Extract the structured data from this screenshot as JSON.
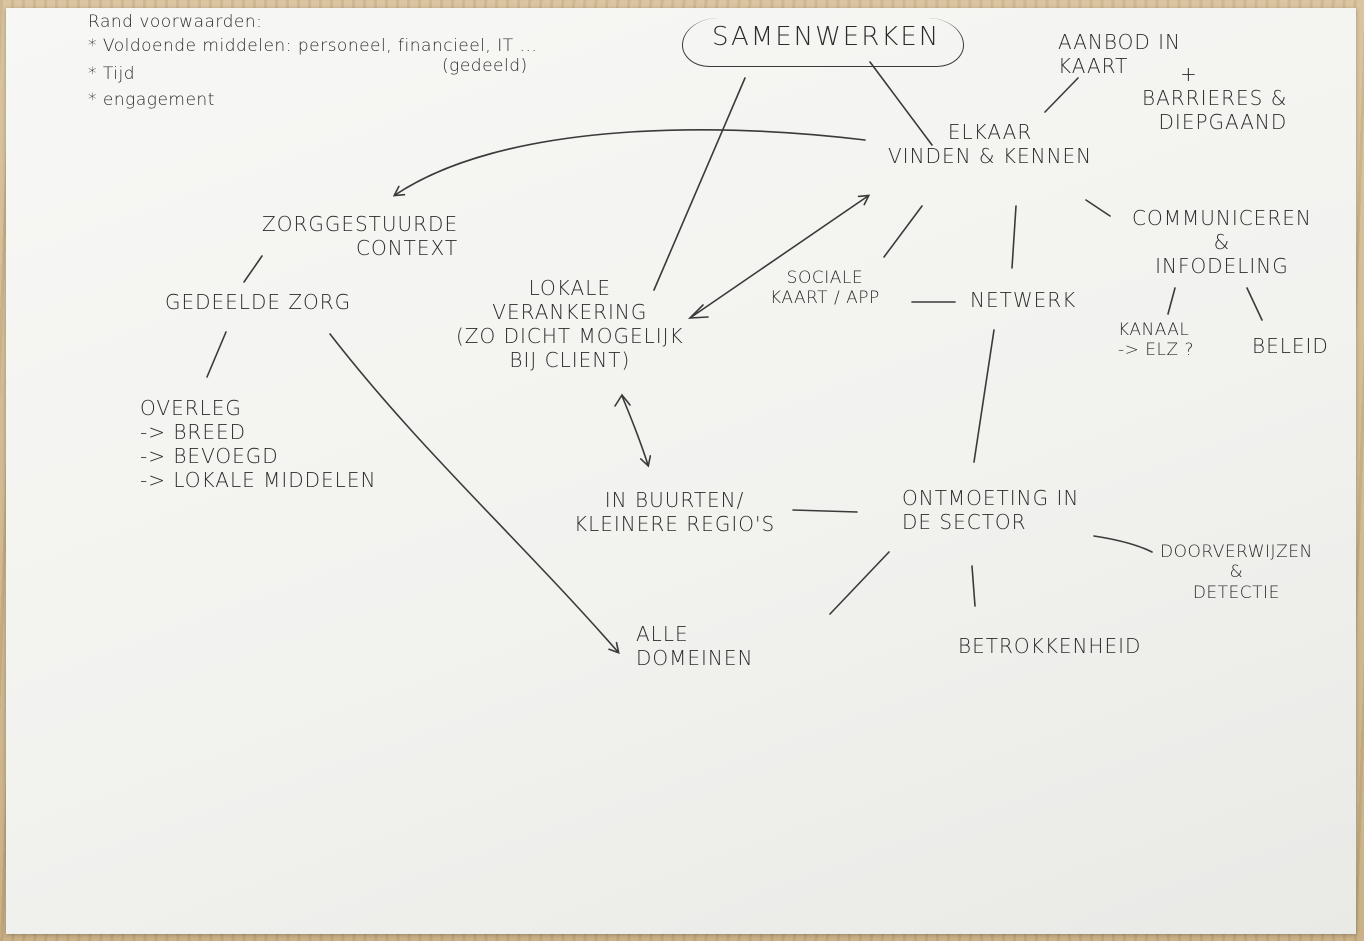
{
  "conditions": {
    "title": "Rand voorwaarden:",
    "items": [
      "* Voldoende middelen: personeel, financieel, IT ...",
      "(gedeeld)",
      "* Tijd",
      "* engagement"
    ]
  },
  "nodes": {
    "samenwerken": "SAMENWERKEN",
    "aanbod": "AANBOD IN\nKAART",
    "plus": "+",
    "barrieres": "BARRIERES &\nDIEPGAAND",
    "elkaar": "ELKAAR\nVINDEN & KENNEN",
    "zorggestuurde": "ZORGGESTUURDE\nCONTEXT",
    "gedeelde_zorg": "GEDEELDE ZORG",
    "overleg": "OVERLEG\n-> BREED\n-> BEVOEGD\n-> LOKALE MIDDELEN",
    "lokale": "LOKALE\nVERANKERING\n(ZO DICHT MOGELIJK\nBIJ CLIENT)",
    "sociale_kaart": "SOCIALE\nKAART / APP",
    "netwerk": "NETWERK",
    "communiceren": "COMMUNICEREN\n&\nINFODELING",
    "kanaal": "KANAAL\n-> ELZ ?",
    "beleid": "BELEID",
    "buurten": "IN BUURTEN/\nKLEINERE REGIO'S",
    "ontmoeting": "ONTMOETING IN\nDE SECTOR",
    "doorverwijzen": "DOORVERWIJZEN\n&\nDETECTIE",
    "alle_domeinen": "ALLE\nDOMEINEN",
    "betrokkenheid": "BETROKKENHEID"
  }
}
